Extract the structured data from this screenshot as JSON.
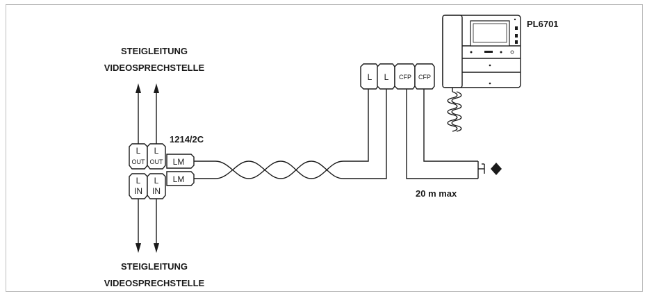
{
  "diagram": {
    "riser_top": {
      "line1": "STEIGLEITUNG",
      "line2": "VIDEOSPRECHSTELLE"
    },
    "riser_bottom": {
      "line1": "STEIGLEITUNG",
      "line2": "VIDEOSPRECHSTELLE"
    },
    "distributor": {
      "model": "1214/2C",
      "out_terminals": [
        {
          "top": "L",
          "sub": "OUT"
        },
        {
          "top": "L",
          "sub": "OUT"
        }
      ],
      "in_terminals": [
        {
          "top": "L",
          "sub": "IN"
        },
        {
          "top": "L",
          "sub": "IN"
        }
      ],
      "lm_terminals": [
        "LM",
        "LM"
      ]
    },
    "monitor": {
      "model": "PL6701",
      "terminals": [
        "L",
        "L",
        "CFP",
        "CFP"
      ]
    },
    "max_length": "20 m max",
    "colors": {
      "line": "#1a1a1a",
      "frame": "#bdbdbd",
      "background": "#ffffff"
    }
  }
}
